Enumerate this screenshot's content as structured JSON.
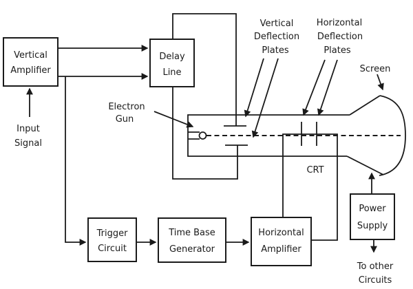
{
  "colors": {
    "stroke": "#1a1a1a",
    "background": "#ffffff"
  },
  "boxes": {
    "vertical_amplifier": {
      "line1": "Vertical",
      "line2": "Amplifier"
    },
    "delay_line": {
      "line1": "Delay",
      "line2": "Line"
    },
    "trigger_circuit": {
      "line1": "Trigger",
      "line2": "Circuit"
    },
    "time_base_generator": {
      "line1": "Time Base",
      "line2": "Generator"
    },
    "horizontal_amplifier": {
      "line1": "Horizontal",
      "line2": "Amplifier"
    },
    "power_supply": {
      "line1": "Power",
      "line2": "Supply"
    }
  },
  "labels": {
    "input_signal": {
      "line1": "Input",
      "line2": "Signal"
    },
    "electron_gun": {
      "line1": "Electron",
      "line2": "Gun"
    },
    "vertical_deflection_plates": {
      "line1": "Vertical",
      "line2": "Deflection",
      "line3": "Plates"
    },
    "horizontal_deflection_plates": {
      "line1": "Horizontal",
      "line2": "Deflection",
      "line3": "Plates"
    },
    "screen": "Screen",
    "crt": "CRT",
    "to_other_circuits": {
      "line1": "To other",
      "line2": "Circuits"
    }
  }
}
